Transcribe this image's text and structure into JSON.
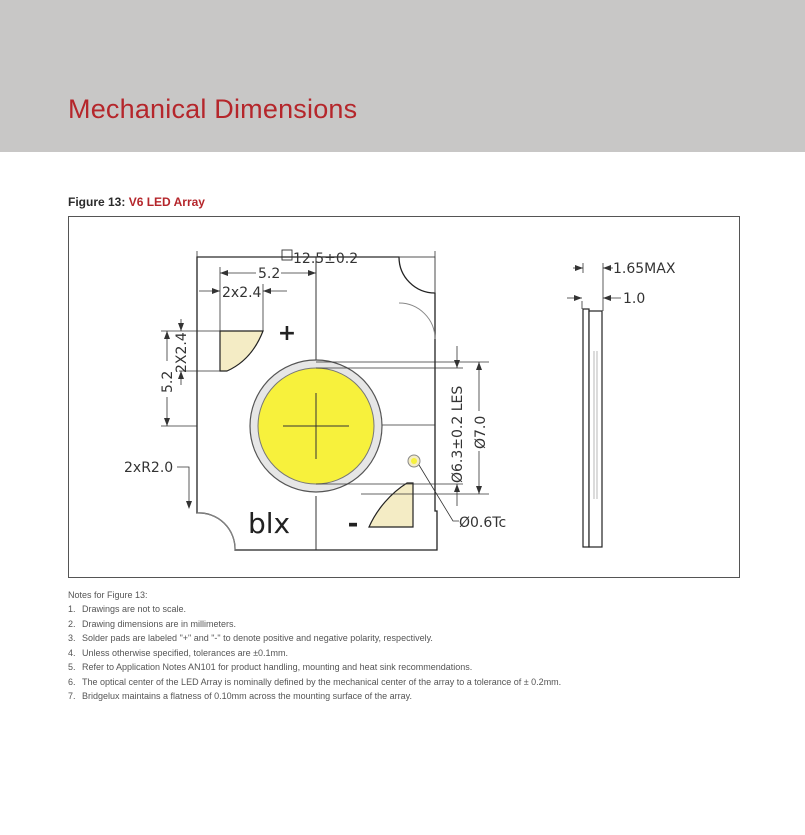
{
  "header": {
    "title": "Mechanical Dimensions",
    "band_color": "#c8c7c6",
    "title_color": "#b5262b"
  },
  "figure": {
    "caption_prefix": "Figure 13:",
    "caption_title": "V6 LED Array",
    "logo_text": "blx",
    "dimensions": {
      "width": "12.5±0.2",
      "pad_span": "5.2",
      "pad_width": "2x2.4",
      "pad_span_vertical": "5.2",
      "pad_height_vertical": "2X2.4",
      "corner_radius": "2xR2.0",
      "les_diameter": "Ø6.3±0.2 LES",
      "outer_diameter": "Ø7.0",
      "tc_point": "Ø0.6Tc",
      "max_height": "1.65MAX",
      "substrate_thickness": "1.0"
    },
    "polarity": {
      "positive": "+",
      "negative": "-"
    }
  },
  "notes": {
    "title": "Notes for Figure 13:",
    "items": [
      {
        "num": "1.",
        "text": "Drawings are not to scale."
      },
      {
        "num": "2.",
        "text": "Drawing dimensions are in millimeters."
      },
      {
        "num": "3.",
        "text": "Solder pads are labeled \"+\" and \"-\" to denote positive and negative polarity, respectively."
      },
      {
        "num": "4.",
        "text": "Unless otherwise specified, tolerances are ±0.1mm."
      },
      {
        "num": "5.",
        "text": "Refer to Application Notes AN101 for product handling, mounting and heat sink recommendations."
      },
      {
        "num": "6.",
        "text": "The optical center of the LED Array is nominally defined by the mechanical center of the array to a tolerance of ± 0.2mm."
      },
      {
        "num": "7.",
        "text": "Bridgelux maintains a flatness of 0.10mm across the mounting surface of the array."
      }
    ]
  }
}
